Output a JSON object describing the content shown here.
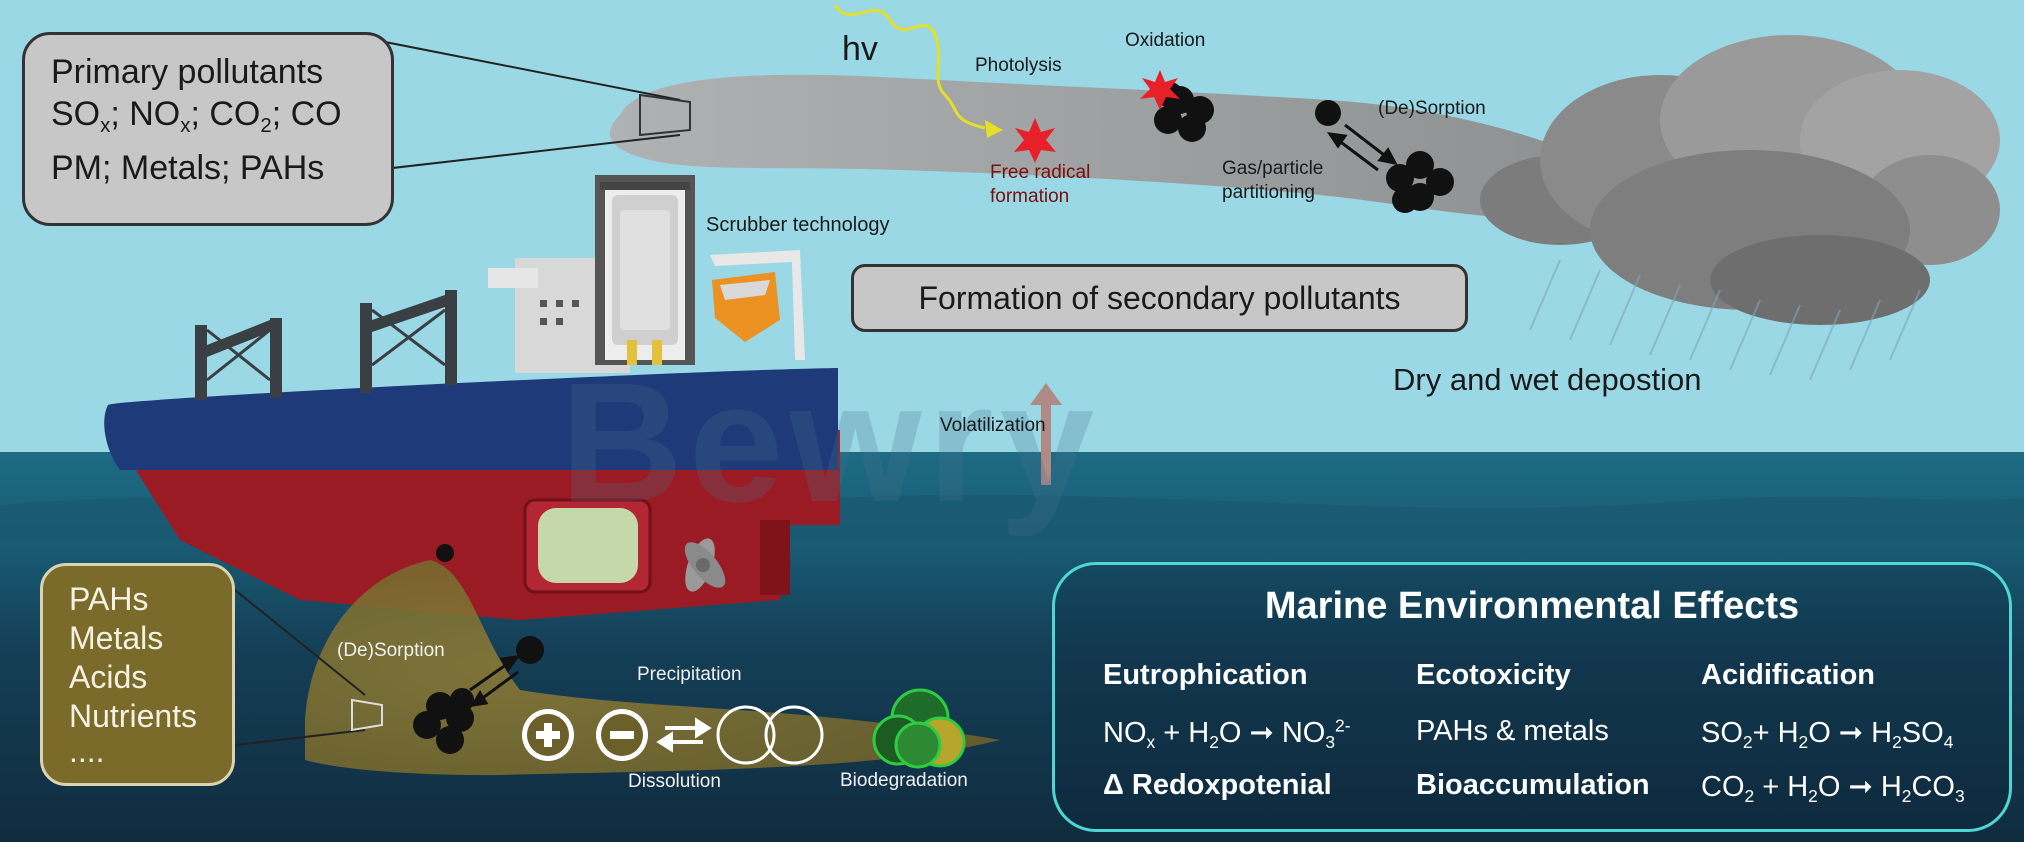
{
  "primary_box": {
    "title": "Primary pollutants",
    "species": [
      "SO",
      "x",
      "; NO",
      "x",
      "; CO",
      "2",
      "; CO"
    ],
    "line3": "PM; Metals; PAHs"
  },
  "atmosphere": {
    "hv": "hv",
    "photolysis": "Photolysis",
    "oxidation": "Oxidation",
    "desorption": "(De)Sorption",
    "free_radical_1": "Free radical",
    "free_radical_2": "formation",
    "gas_particle_1": "Gas/particle",
    "gas_particle_2": "partitioning",
    "scrubber": "Scrubber technology",
    "secondary": "Formation of secondary pollutants",
    "deposition": "Dry and wet depostion",
    "volatilization": "Volatilization"
  },
  "water_box": {
    "items": [
      "PAHs",
      "Metals",
      "Acids",
      "Nutrients",
      "...."
    ]
  },
  "water": {
    "desorption": "(De)Sorption",
    "precipitation": "Precipitation",
    "dissolution": "Dissolution",
    "biodegradation": "Biodegradation"
  },
  "marine_effects": {
    "title": "Marine Environmental Effects",
    "eutrophication": "Eutrophication",
    "ecotoxicity": "Ecotoxicity",
    "acidification": "Acidification",
    "eutro_eq": [
      "NO",
      "x",
      " + H",
      "2",
      "O ➞ NO",
      "3",
      "2-"
    ],
    "eutro_sub": "Δ Redoxpotenial",
    "ecotox_text": "PAHs & metals",
    "ecotox_sub": "Bioaccumulation",
    "acid_eq1": [
      "SO",
      "2",
      "+ H",
      "2",
      "O ➞ H",
      "2",
      "SO",
      "4"
    ],
    "acid_eq2": [
      "CO",
      "2",
      " + H",
      "2",
      "O ➞ H",
      "2",
      "CO",
      "3"
    ]
  },
  "watermark": "Bewry",
  "colors": {
    "sky": "#9ad8e6",
    "sea_surface": "#1f6d85",
    "deep_sea": "#14334a",
    "hull_blue": "#1e3a78",
    "hull_red": "#9b1b24",
    "plume": "#a8a8a8",
    "box_grey": "#c7c7c7",
    "box_olive": "#7a6b2a",
    "teal_border": "#4fd6d2"
  }
}
